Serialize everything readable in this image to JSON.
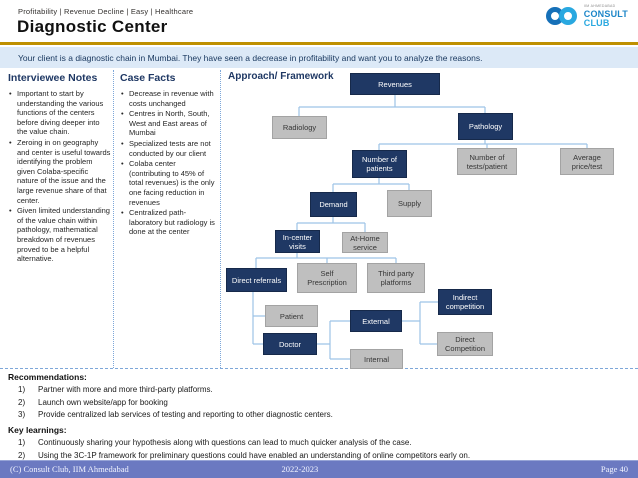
{
  "header": {
    "breadcrumb": "Profitability | Revenue Decline | Easy | Healthcare",
    "title": "Diagnostic Center",
    "logo": {
      "small": "IIM AHMEDABAD",
      "line1": "CONSULT",
      "line2": "CLUB"
    }
  },
  "banner": {
    "text": "Your client is a diagnostic chain in Mumbai. They have seen a decrease in profitability and want you to analyze the reasons."
  },
  "interviewee_notes": {
    "heading": "Interviewee Notes",
    "bullets": [
      "Important to start by understanding the various functions of the centers before diving deeper into the value chain.",
      "Zeroing in on geography and center is useful towards identifying the problem given Colaba-specific nature of the issue and the large revenue share of that center.",
      "Given limited understanding of the value chain within pathology, mathematical breakdown of revenues proved to be a helpful alternative."
    ]
  },
  "case_facts": {
    "heading": "Case Facts",
    "bullets": [
      "Decrease in revenue with costs unchanged",
      "Centres in North, South, West and East areas of Mumbai",
      "Specialized tests are not conducted by our client",
      "Colaba center (contributing to 45% of total revenues) is the only one facing reduction in revenues",
      "Centralized path-laboratory but radiology is done at the center"
    ]
  },
  "framework": {
    "heading": "Approach/ Framework",
    "nodes": {
      "revenues": "Revenues",
      "radiology": "Radiology",
      "pathology": "Pathology",
      "num_patients": "Number of patients",
      "num_tests": "Number of tests/patient",
      "avg_price": "Average price/test",
      "demand": "Demand",
      "supply": "Supply",
      "in_center": "In-center visits",
      "at_home": "At-Home service",
      "direct_referrals": "Direct referrals",
      "self_prescription": "Self Prescription",
      "third_party": "Third party platforms",
      "patient": "Patient",
      "doctor": "Doctor",
      "external": "External",
      "internal": "Internal",
      "indirect_competition": "Indirect competition",
      "direct_competition": "Direct Competition"
    }
  },
  "recommendations": {
    "heading": "Recommendations:",
    "items": [
      "Partner with more and more third-party platforms.",
      "Launch own website/app for booking",
      "Provide centralized lab services of testing and reporting to other diagnostic centers."
    ]
  },
  "key_learnings": {
    "heading": "Key learnings:",
    "items": [
      "Continuously sharing your hypothesis along with questions can lead to much quicker analysis of the case.",
      "Using the 3C-1P framework for preliminary questions could have enabled an understanding of online competitors early on."
    ]
  },
  "footer": {
    "left": "(C) Consult Club, IIM Ahmedabad",
    "center": "2022-2023",
    "right": "Page 40"
  },
  "colors": {
    "navy": "#1F3864",
    "gray": "#BFBFBF",
    "connector": "#9DC3E6",
    "gold": "#BF9000",
    "banner_bg": "#DCE9F7",
    "footer_bg": "#6B79C1",
    "logo_blue": "#29A8E0"
  }
}
